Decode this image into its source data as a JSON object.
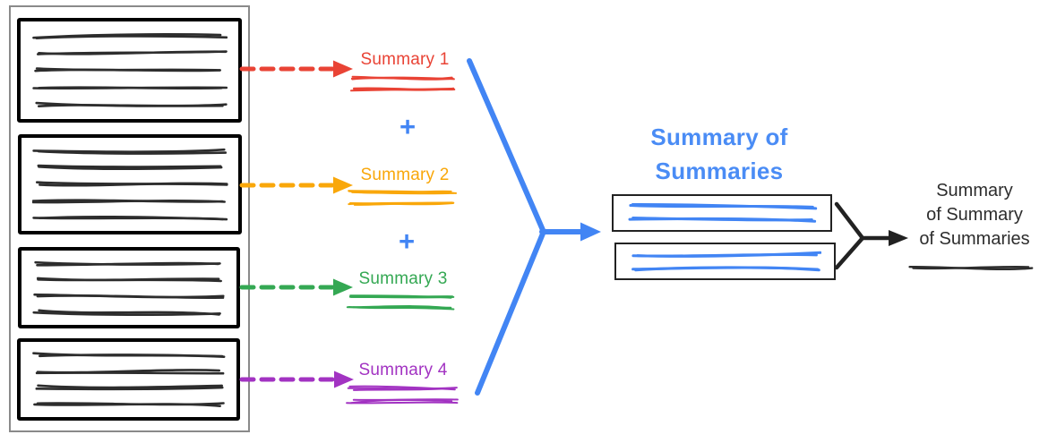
{
  "colors": {
    "ink": "#2d2d2d",
    "panel_border": "#8a8a8a",
    "box_border": "#222222",
    "red": "#e94335",
    "yellow": "#f9a70a",
    "green": "#34a853",
    "blue": "#4285f4",
    "blue_text": "#4a8cf5",
    "purple": "#a233c2"
  },
  "source_panel": {
    "sections": [
      {
        "name": "document-1",
        "color": "red",
        "scribble_lines": 5
      },
      {
        "name": "document-2",
        "color": "yellow",
        "scribble_lines": 5
      },
      {
        "name": "document-3",
        "color": "green",
        "scribble_lines": 4
      },
      {
        "name": "document-4",
        "color": "purple",
        "scribble_lines": 4
      }
    ]
  },
  "summaries": [
    {
      "label": "Summary 1",
      "color": "red"
    },
    {
      "label": "Summary 2",
      "color": "yellow"
    },
    {
      "label": "Summary 3",
      "color": "green"
    },
    {
      "label": "Summary 4",
      "color": "purple"
    }
  ],
  "plus_sign": "+",
  "summary_of_summaries": {
    "title_line1": "Summary of",
    "title_line2": "Summaries",
    "box_count": 2,
    "box_scribble_lines": 2
  },
  "final_summary": {
    "title_line1": "Summary",
    "title_line2": "of Summary",
    "title_line3": "of Summaries"
  }
}
